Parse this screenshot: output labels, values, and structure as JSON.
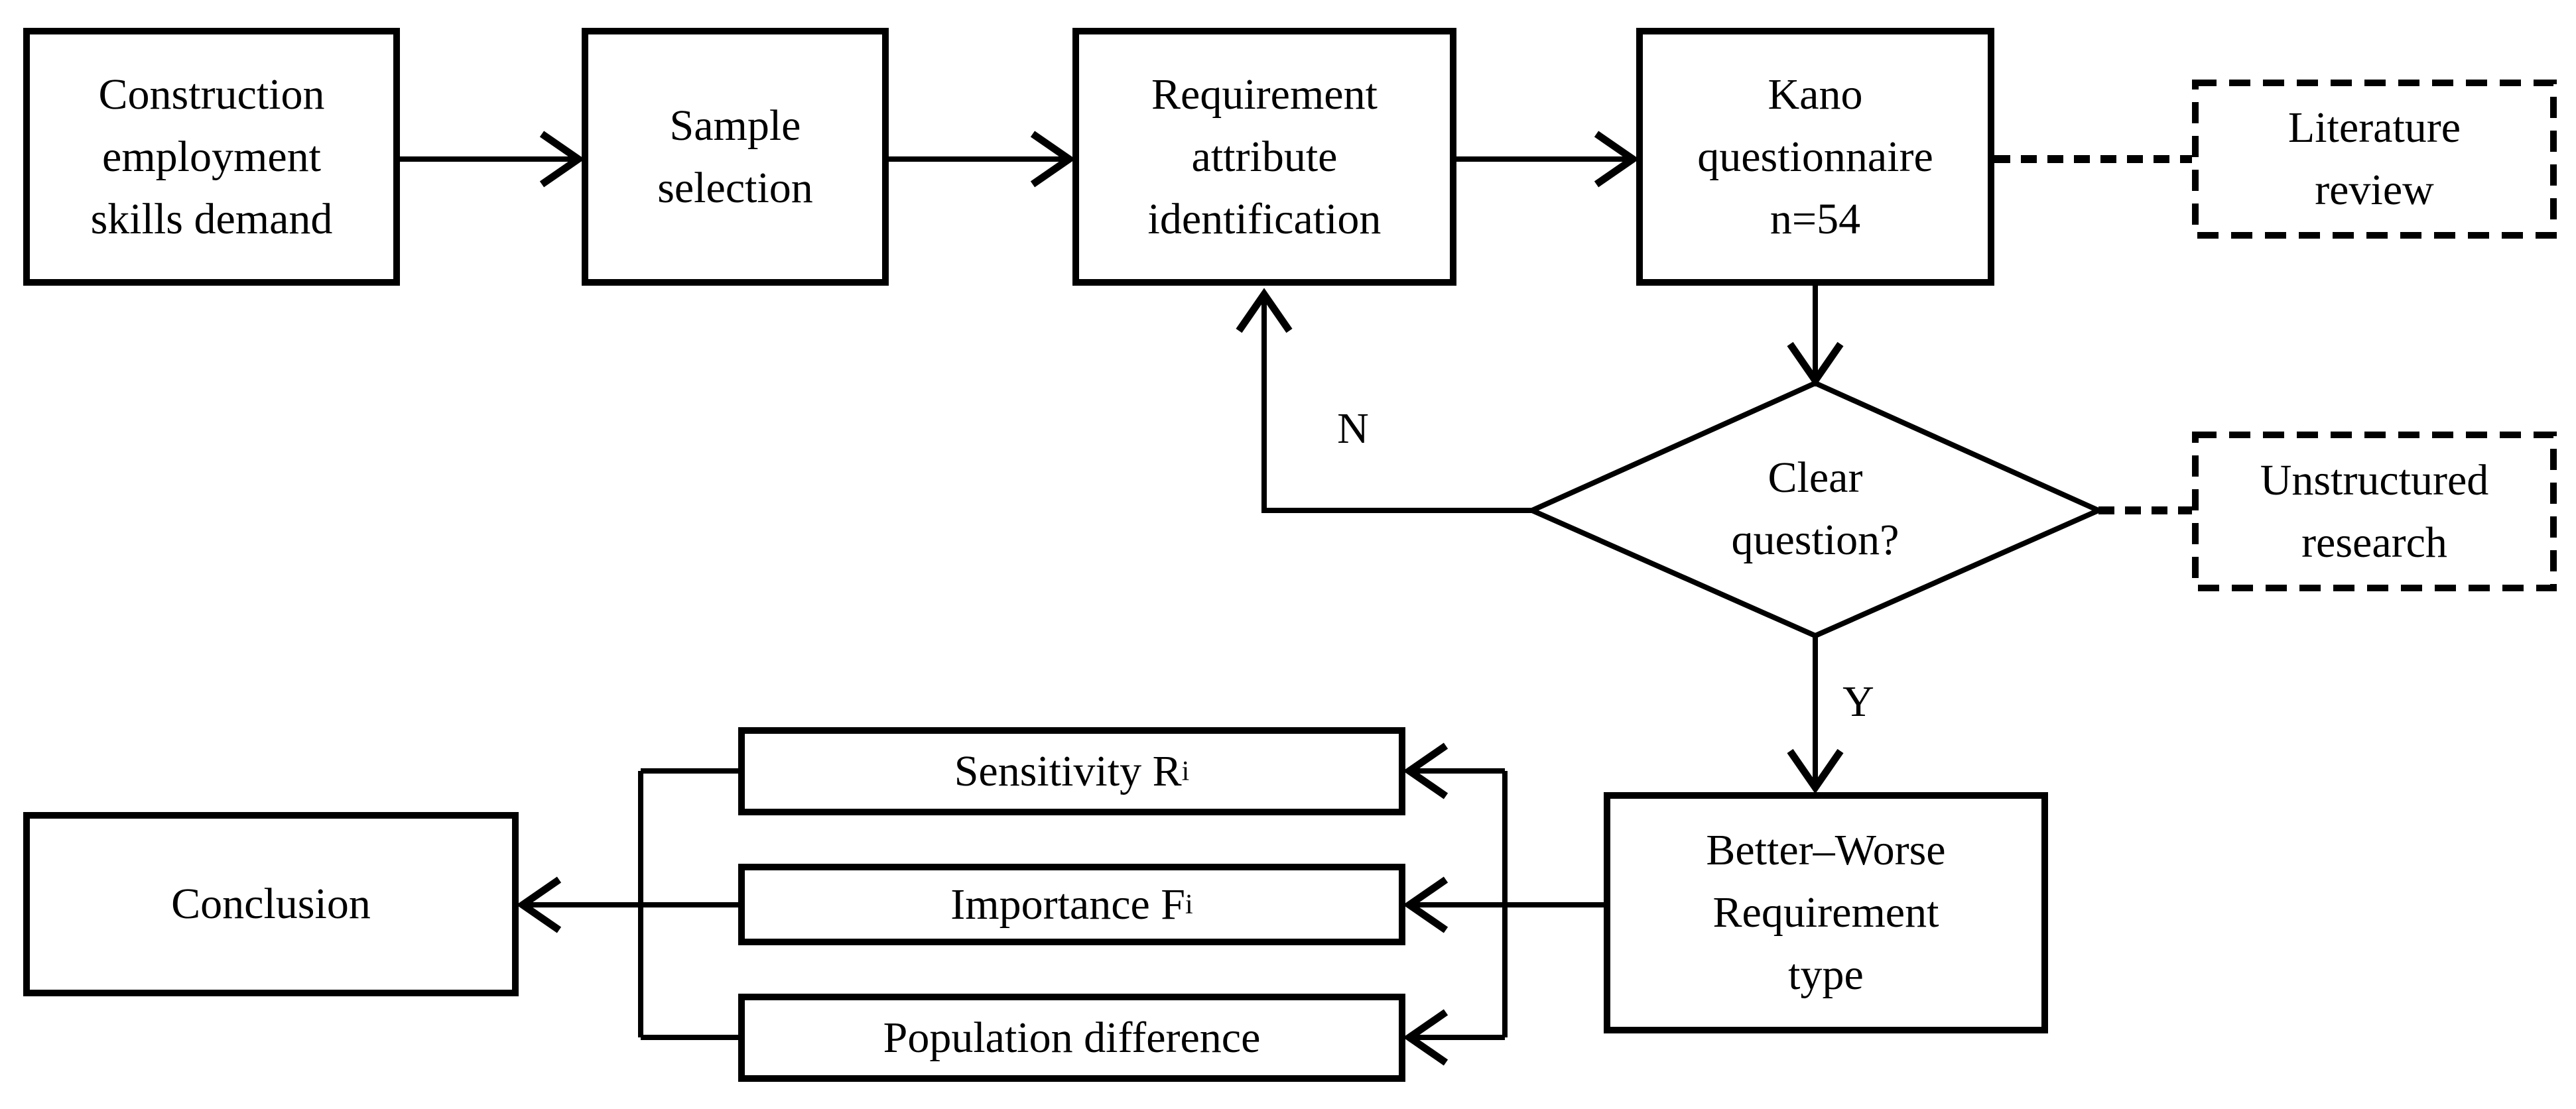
{
  "diagram": {
    "kind": "flowchart",
    "background": "#ffffff",
    "line_color": "#000000",
    "text_color": "#000000"
  },
  "nodes": {
    "construction": {
      "label": "Construction\nemployment\nskills demand",
      "shape": "rect-solid"
    },
    "sample": {
      "label": "Sample\nselection",
      "shape": "rect-solid"
    },
    "requirement": {
      "label": "Requirement\nattribute\nidentification",
      "shape": "rect-solid"
    },
    "kano": {
      "label": "Kano\nquestionnaire\nn=54",
      "shape": "rect-solid"
    },
    "literature": {
      "label": "Literature\nreview",
      "shape": "rect-dashed"
    },
    "clear_question": {
      "label": "Clear\nquestion?",
      "shape": "diamond"
    },
    "unstructured": {
      "label": "Unstructured\nresearch",
      "shape": "rect-dashed"
    },
    "better_worse": {
      "label": "Better–Worse\nRequirement\ntype",
      "shape": "rect-solid"
    },
    "sensitivity": {
      "label_main": "Sensitivity R",
      "label_sub": "i",
      "shape": "rect-solid"
    },
    "importance": {
      "label_main": "Importance F",
      "label_sub": "i",
      "shape": "rect-solid"
    },
    "population": {
      "label": "Population difference",
      "shape": "rect-solid"
    },
    "conclusion": {
      "label": "Conclusion",
      "shape": "rect-solid"
    }
  },
  "branch_labels": {
    "no": "N",
    "yes": "Y"
  }
}
